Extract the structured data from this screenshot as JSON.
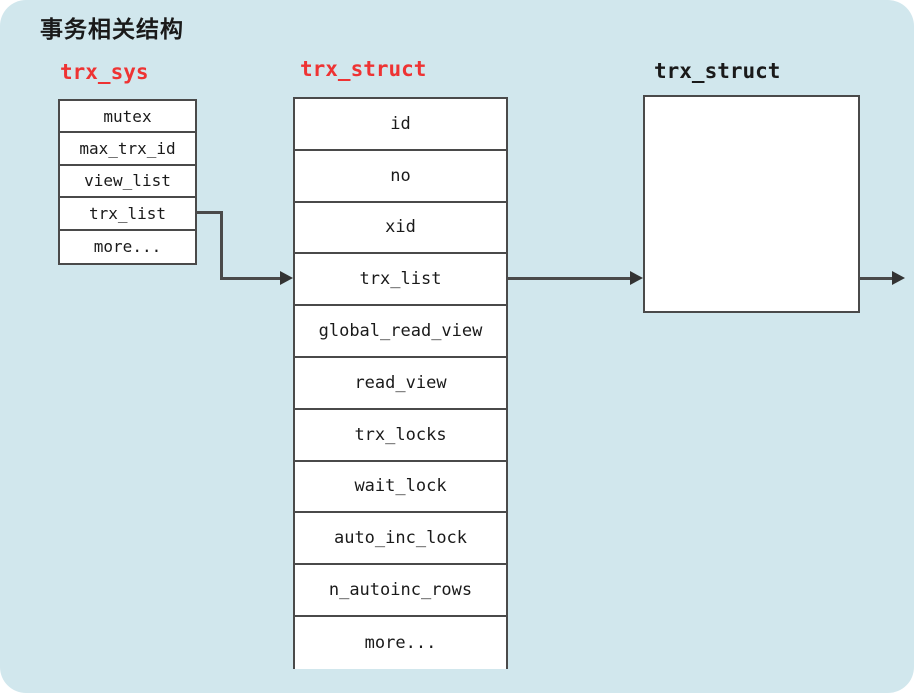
{
  "title": "事务相关结构",
  "background_color": "#d1e7ed",
  "accent_color": "#ee3333",
  "line_color": "#4a4a4a",
  "structs": [
    {
      "label": "trx_sys",
      "label_color": "#ee3333",
      "fields": [
        "mutex",
        "max_trx_id",
        "view_list",
        "trx_list",
        "more..."
      ]
    },
    {
      "label": "trx_struct",
      "label_color": "#ee3333",
      "fields": [
        "id",
        "no",
        "xid",
        "trx_list",
        "global_read_view",
        "read_view",
        "trx_locks",
        "wait_lock",
        "auto_inc_lock",
        "n_autoinc_rows",
        "more..."
      ]
    },
    {
      "label": "trx_struct",
      "label_color": "#1a1a1a",
      "fields": []
    }
  ],
  "connectors": [
    {
      "name": "trx-sys-to-trx-struct",
      "from": "trx_sys.trx_list",
      "to": "trx_struct.trx_list"
    },
    {
      "name": "trx-struct-to-trx-struct-2",
      "from": "trx_struct.trx_list",
      "to": "trx_struct_2"
    },
    {
      "name": "trx-struct-2-outgoing",
      "from": "trx_struct_2",
      "to": ""
    }
  ]
}
